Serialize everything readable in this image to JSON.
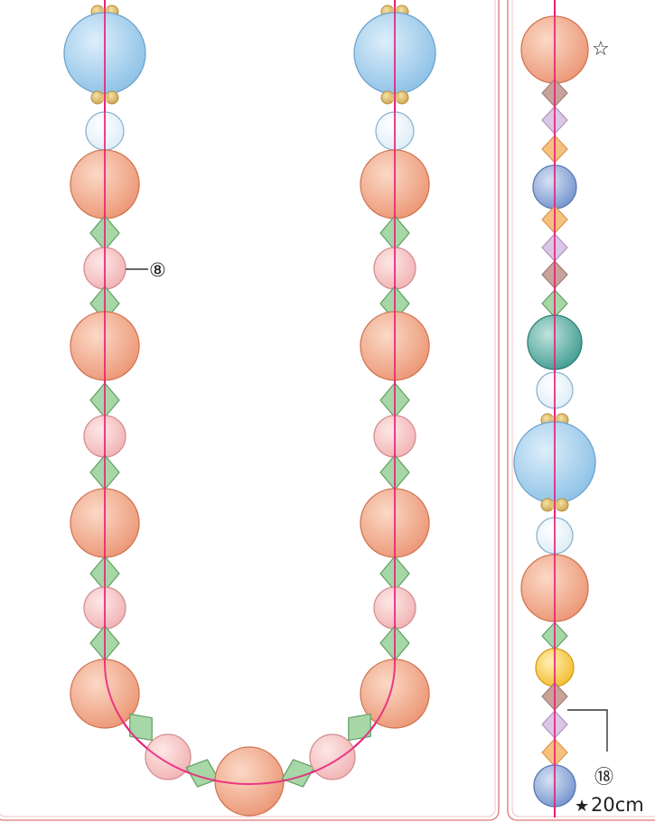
{
  "callouts": {
    "bead8": "⑧",
    "bead18": "⑱",
    "star_outline": "☆",
    "star_solid": "★",
    "length": "20cm"
  },
  "colors": {
    "thread": "#e8207a",
    "panel_border": "#d9777a",
    "big_blue": "#9ccbec",
    "clear": "#eef6fb",
    "orange": "#f0a583",
    "pink": "#f7c4c4",
    "green": "#a7d6a7",
    "brown": "#c9a39b",
    "lavender": "#dcc6e6",
    "amber": "#f6c07f",
    "navy_blue": "#8da8d8",
    "teal": "#5eb1a8",
    "yellow": "#f7c84a",
    "gold_cap": "#d9b86a"
  }
}
